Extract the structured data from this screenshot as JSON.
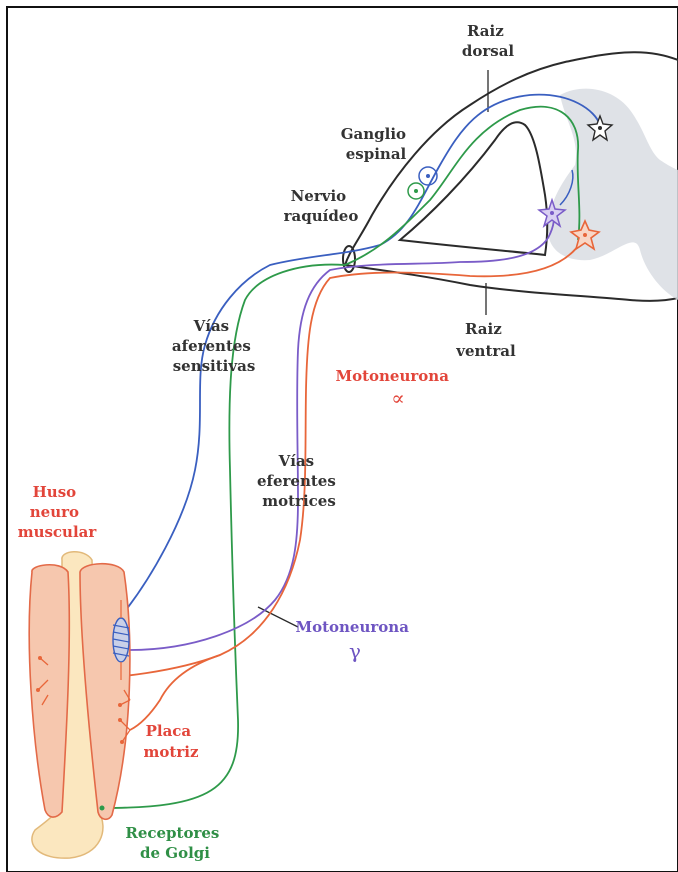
{
  "labels": {
    "raiz_dorsal": [
      "Raiz",
      "dorsal"
    ],
    "ganglio_espinal": [
      "Ganglio",
      "espinal"
    ],
    "nervio_raquideo": [
      "Nervio",
      "raquídeo"
    ],
    "vias_aferentes": [
      "Vías",
      "aferentes",
      "sensitivas"
    ],
    "raiz_ventral": [
      "Raiz",
      "ventral"
    ],
    "motoneurona_alfa": [
      "Motoneurona",
      "∝"
    ],
    "vias_eferentes": [
      "Vías",
      "eferentes",
      "motrices"
    ],
    "huso": [
      "Huso",
      "neuro",
      "muscular"
    ],
    "motoneurona_gamma": [
      "Motoneurona",
      "γ"
    ],
    "placa": [
      "Placa",
      "motriz"
    ],
    "receptores": [
      "Receptores",
      "de Golgi"
    ]
  },
  "colors": {
    "sensory_blue": "#3a5fc0",
    "sensory_green": "#2e9a4a",
    "motor_purple": "#7a5cc8",
    "motor_orange": "#e8663a",
    "label_red": "#e2453a",
    "label_purple": "#6e55c2",
    "label_green": "#2f8f46",
    "label_dark": "#333333",
    "muscle_fill": "#f6c7ae",
    "muscle_stroke": "#e36a48",
    "tendon_fill": "#fbe7bf",
    "gray_matter": "#d9dde3",
    "outline": "#2b2b2b"
  },
  "icons": [
    "sensory-neuron-blue-icon",
    "sensory-neuron-green-icon",
    "interneuron-star-icon",
    "gamma-motoneuron-star-icon",
    "alpha-motoneuron-star-icon",
    "muscle-spindle-icon"
  ]
}
